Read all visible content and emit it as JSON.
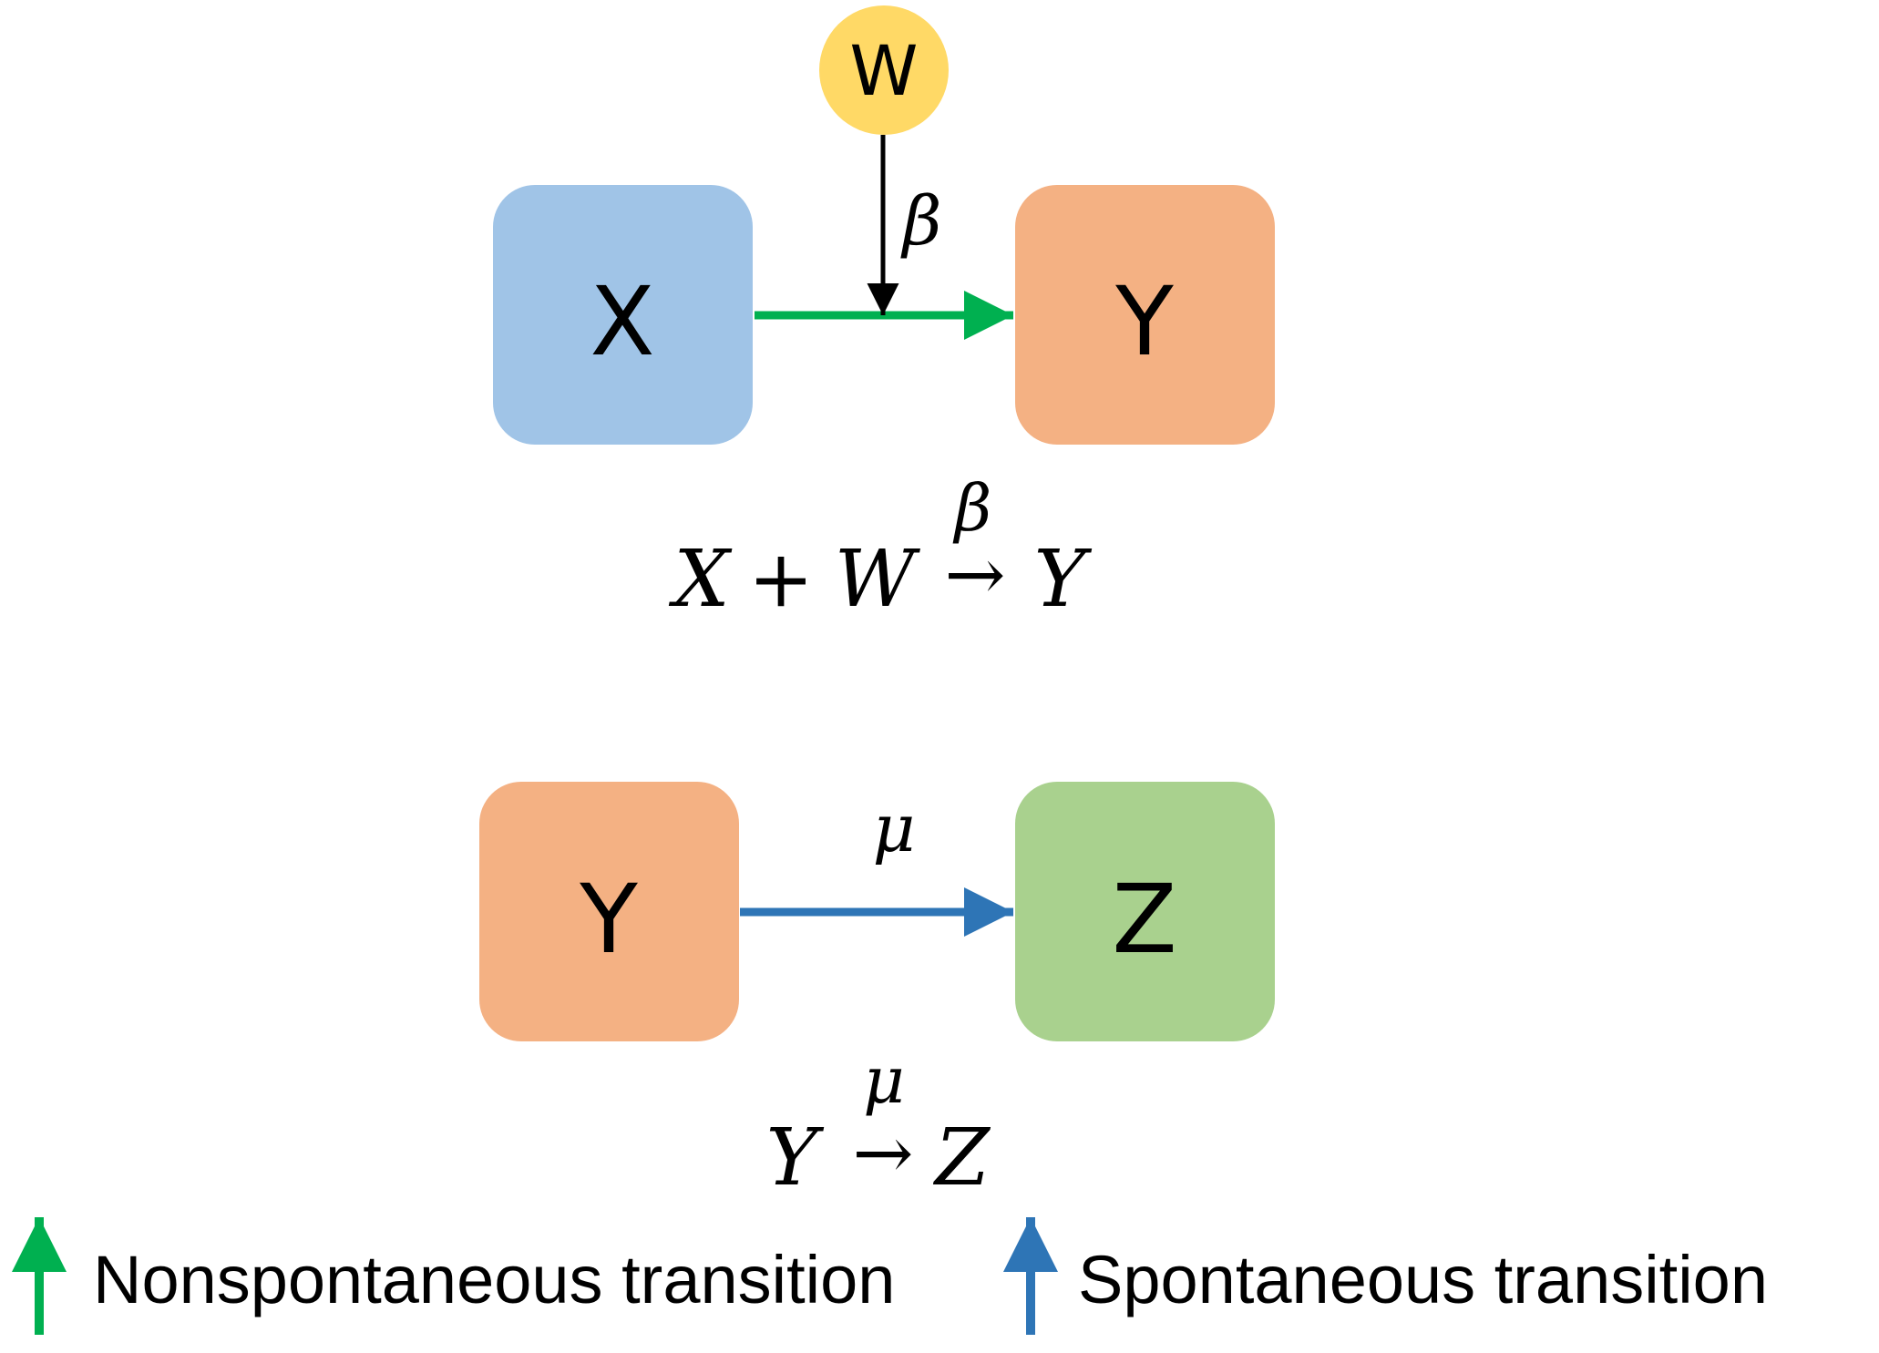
{
  "colors": {
    "x_box": "#A0C4E7",
    "y_box": "#F4B183",
    "z_box": "#A9D18E",
    "w_circle": "#FFD966",
    "nonspontaneous_arrow": "#00B050",
    "spontaneous_arrow": "#2E75B6",
    "catalyst_arrow": "#000000",
    "text": "#000000"
  },
  "reaction1": {
    "node_x": "X",
    "node_y": "Y",
    "node_w": "W",
    "rate_label": "β",
    "equation": {
      "lhs_a": "X",
      "plus": "+",
      "lhs_b": "W",
      "rate": "β",
      "arrow": "→",
      "rhs": "Y"
    }
  },
  "reaction2": {
    "node_y": "Y",
    "node_z": "Z",
    "rate_label": "μ",
    "equation": {
      "lhs": "Y",
      "rate": "μ",
      "arrow": "→",
      "rhs": "Z"
    }
  },
  "legend": {
    "nonspontaneous_label": "Nonspontaneous transition",
    "spontaneous_label": "Spontaneous transition"
  }
}
